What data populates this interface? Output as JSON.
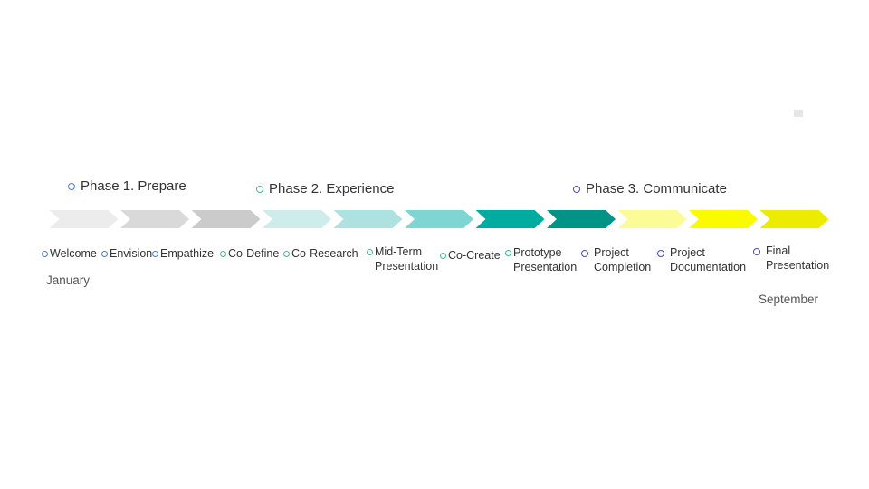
{
  "phases": [
    {
      "label": "Phase 1. Prepare",
      "bullet_color": "#4a7ccf"
    },
    {
      "label": "Phase 2. Experience",
      "bullet_color": "#3fb99a"
    },
    {
      "label": "Phase 3. Communicate",
      "bullet_color": "#4a4ab0"
    }
  ],
  "chevron_colors": [
    "#ececec",
    "#d9d9d9",
    "#cbcbcb",
    "#cdeceb",
    "#aee2e0",
    "#7fd5d1",
    "#00aba0",
    "#009487",
    "#fbfb98",
    "#fbfb00",
    "#ecec00"
  ],
  "steps": [
    {
      "label": "Welcome",
      "bullet_color": "#4a7ccf"
    },
    {
      "label": "Envision",
      "bullet_color": "#4a7ccf"
    },
    {
      "label": "Empathize",
      "bullet_color": "#4a7ccf"
    },
    {
      "label": "Co-Define",
      "bullet_color": "#3fb99a"
    },
    {
      "label": "Co-Research",
      "bullet_color": "#3fb99a"
    },
    {
      "label": "Mid-Term\nPresentation",
      "bullet_color": "#3fb99a"
    },
    {
      "label": "Co-Create",
      "bullet_color": "#3fb99a"
    },
    {
      "label": "Prototype\nPresentation",
      "bullet_color": "#3fb99a"
    },
    {
      "label": "Project\nCompletion",
      "bullet_color": "#4a4ab0"
    },
    {
      "label": "Project\nDocumentation",
      "bullet_color": "#4a4ab0"
    },
    {
      "label": "Final\nPresentation",
      "bullet_color": "#4a4ab0"
    }
  ],
  "months": {
    "start": "January",
    "end": "September"
  }
}
